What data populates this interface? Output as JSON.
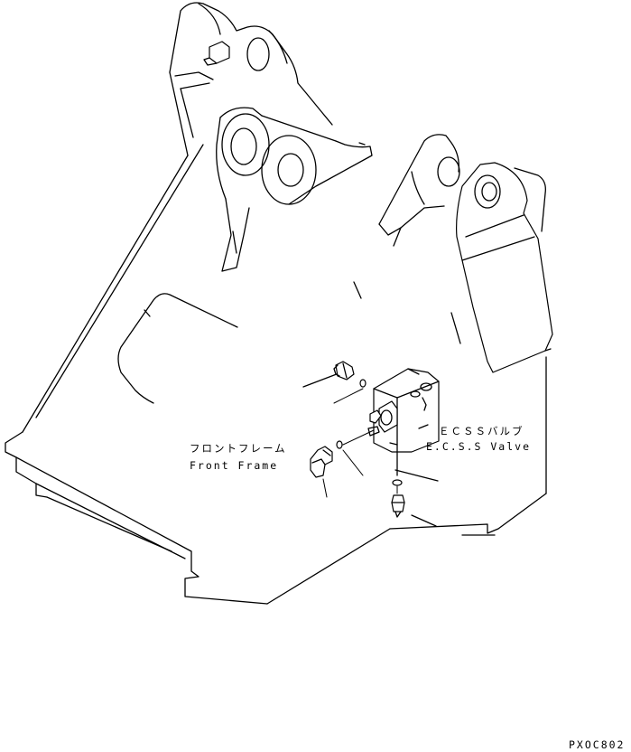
{
  "labels": {
    "front_frame_jp": "フロントフレーム",
    "front_frame_en": "Front Frame",
    "valve_jp": "ＥＣＳＳバルブ",
    "valve_en": "E.C.S.S Valve",
    "drawing_code": "PXOC802"
  }
}
